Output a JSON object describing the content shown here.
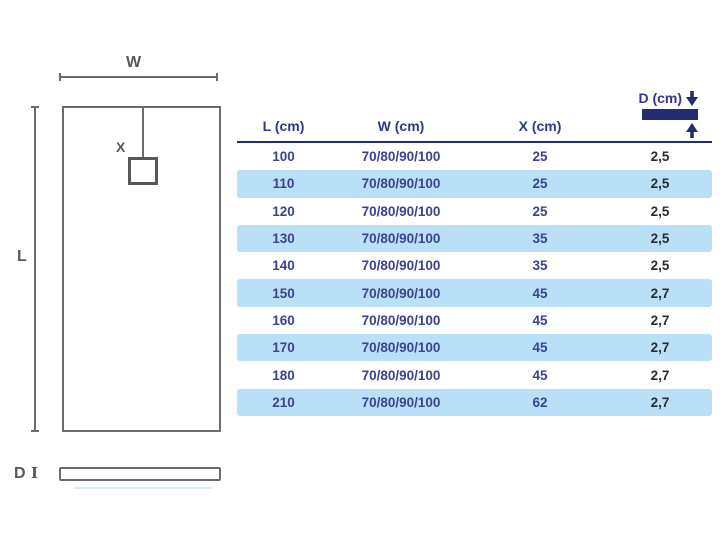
{
  "diagram": {
    "labels": {
      "width": "W",
      "length": "L",
      "drain_offset": "X",
      "depth": "D",
      "depth_tick": "I"
    }
  },
  "table": {
    "columns": [
      {
        "key": "l",
        "label": "L (cm)"
      },
      {
        "key": "w",
        "label": "W (cm)"
      },
      {
        "key": "x",
        "label": "X (cm)"
      },
      {
        "key": "d",
        "label": "D (cm)"
      }
    ],
    "rows": [
      {
        "l": "100",
        "w": "70/80/90/100",
        "x": "25",
        "d": "2,5"
      },
      {
        "l": "110",
        "w": "70/80/90/100",
        "x": "25",
        "d": "2,5"
      },
      {
        "l": "120",
        "w": "70/80/90/100",
        "x": "25",
        "d": "2,5"
      },
      {
        "l": "130",
        "w": "70/80/90/100",
        "x": "35",
        "d": "2,5"
      },
      {
        "l": "140",
        "w": "70/80/90/100",
        "x": "35",
        "d": "2,5"
      },
      {
        "l": "150",
        "w": "70/80/90/100",
        "x": "45",
        "d": "2,7"
      },
      {
        "l": "160",
        "w": "70/80/90/100",
        "x": "45",
        "d": "2,7"
      },
      {
        "l": "170",
        "w": "70/80/90/100",
        "x": "45",
        "d": "2,7"
      },
      {
        "l": "180",
        "w": "70/80/90/100",
        "x": "45",
        "d": "2,7"
      },
      {
        "l": "210",
        "w": "70/80/90/100",
        "x": "62",
        "d": "2,7"
      }
    ]
  },
  "colors": {
    "navy_text": "#2c3790",
    "navy_dark": "#232d72",
    "row_blue": "#b9e0f6",
    "label_gray": "#57585a",
    "line_gray": "#6b6c6e",
    "value_navy": "#3c4290",
    "value_dark": "#2a2b33",
    "reflection_blue": "#d9ecf8"
  }
}
